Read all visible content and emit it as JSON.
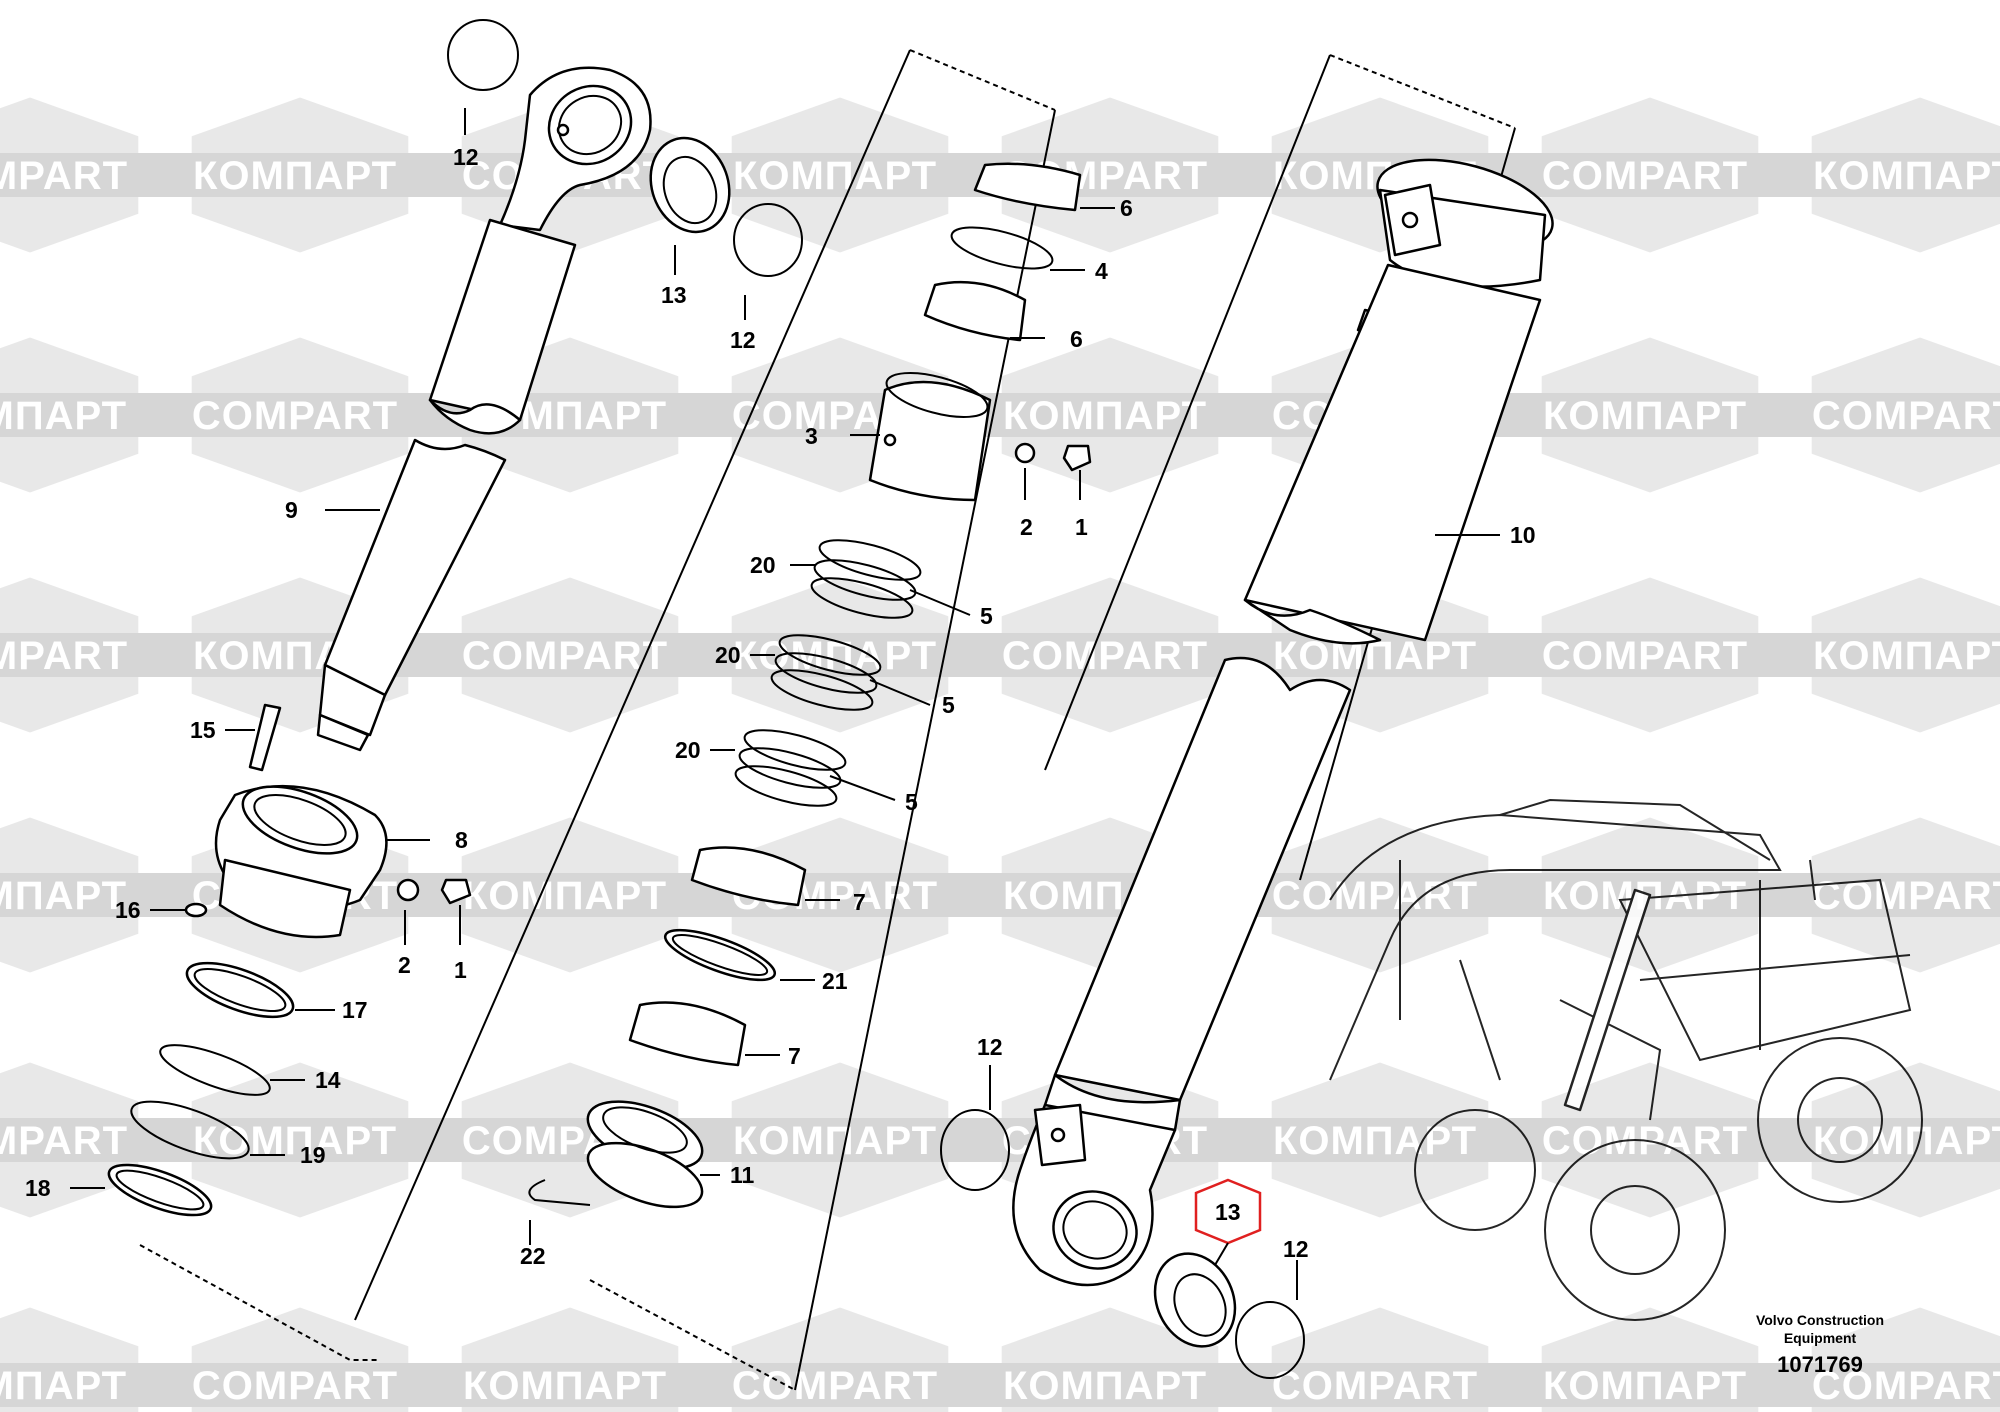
{
  "watermark": {
    "texts": [
      "COMPART",
      "КОМПАРТ"
    ],
    "color": "#d6d6d6"
  },
  "callouts": [
    "1",
    "2",
    "3",
    "4",
    "5",
    "6",
    "7",
    "8",
    "9",
    "10",
    "11",
    "12",
    "13",
    "14",
    "15",
    "16",
    "17",
    "18",
    "19",
    "20",
    "21",
    "22"
  ],
  "highlight": {
    "label": "13",
    "color": "#e02020"
  },
  "footer": {
    "company_line1": "Volvo Construction",
    "company_line2": "Equipment",
    "doc_number": "1071769"
  }
}
